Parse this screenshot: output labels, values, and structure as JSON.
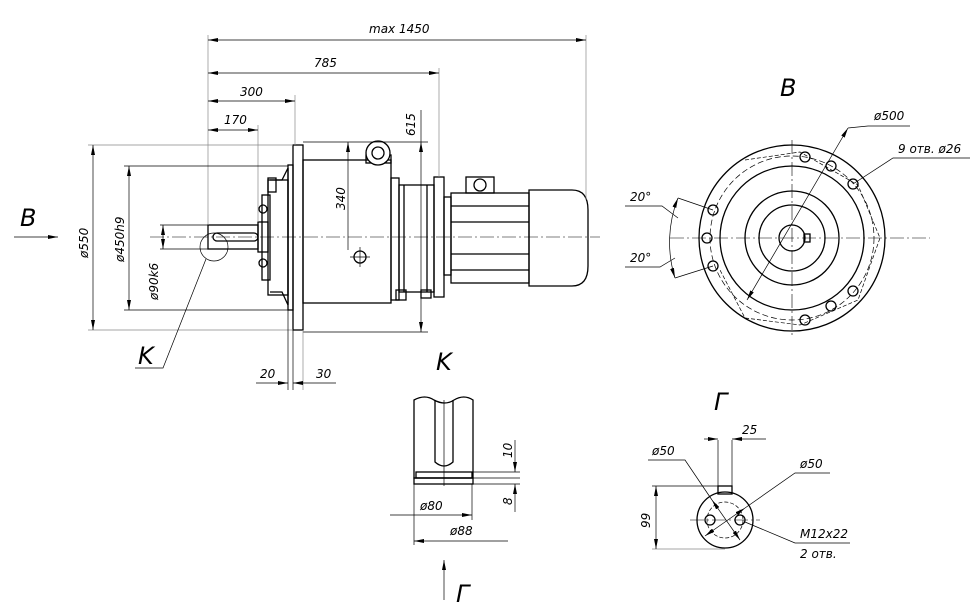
{
  "drawing": {
    "main_view": {
      "dims": {
        "overall": "max 1450",
        "d785": "785",
        "d300": "300",
        "d170": "170",
        "d615": "615",
        "d340": "340",
        "d550": "ø550",
        "d450": "ø450h9",
        "d90": "ø90k6",
        "d20": "20",
        "d30": "30"
      },
      "view_arrow_label": "B",
      "detail_callout": "K"
    },
    "view_b": {
      "title": "B",
      "d500": "ø500",
      "holes": "9 отв. ø26",
      "angle_top": "20°",
      "angle_bottom": "20°"
    },
    "detail_k": {
      "title": "K",
      "d10": "10",
      "d8": "8",
      "d80": "ø80",
      "d88": "ø88",
      "view_arrow_label": "Г"
    },
    "view_g": {
      "title": "Г",
      "d25": "25",
      "d50a": "ø50",
      "d50b": "ø50",
      "d99": "99",
      "thread": "M12x22",
      "thread_count": "2 отв."
    }
  }
}
